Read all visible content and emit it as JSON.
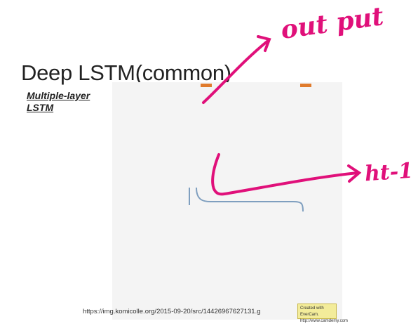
{
  "slide": {
    "title": "Deep LSTM(common)",
    "subtitle_line1": "Multiple-layer",
    "subtitle_line2": "LSTM"
  },
  "figure": {
    "source_url": "https://img.komicolle.org/2015-09-20/src/14426967627131.g",
    "watermark": "Created with EverCam. http://www.camdemy.com"
  },
  "annotations": {
    "output": "out put",
    "ht_minus_1": "ht-1"
  },
  "colors": {
    "ink": "#e0107a",
    "gate_box": "#5aa02c",
    "cell_box": "#f2ad8f",
    "circle_blue": "#5b9bd5",
    "circle_orange": "#f4b183"
  }
}
